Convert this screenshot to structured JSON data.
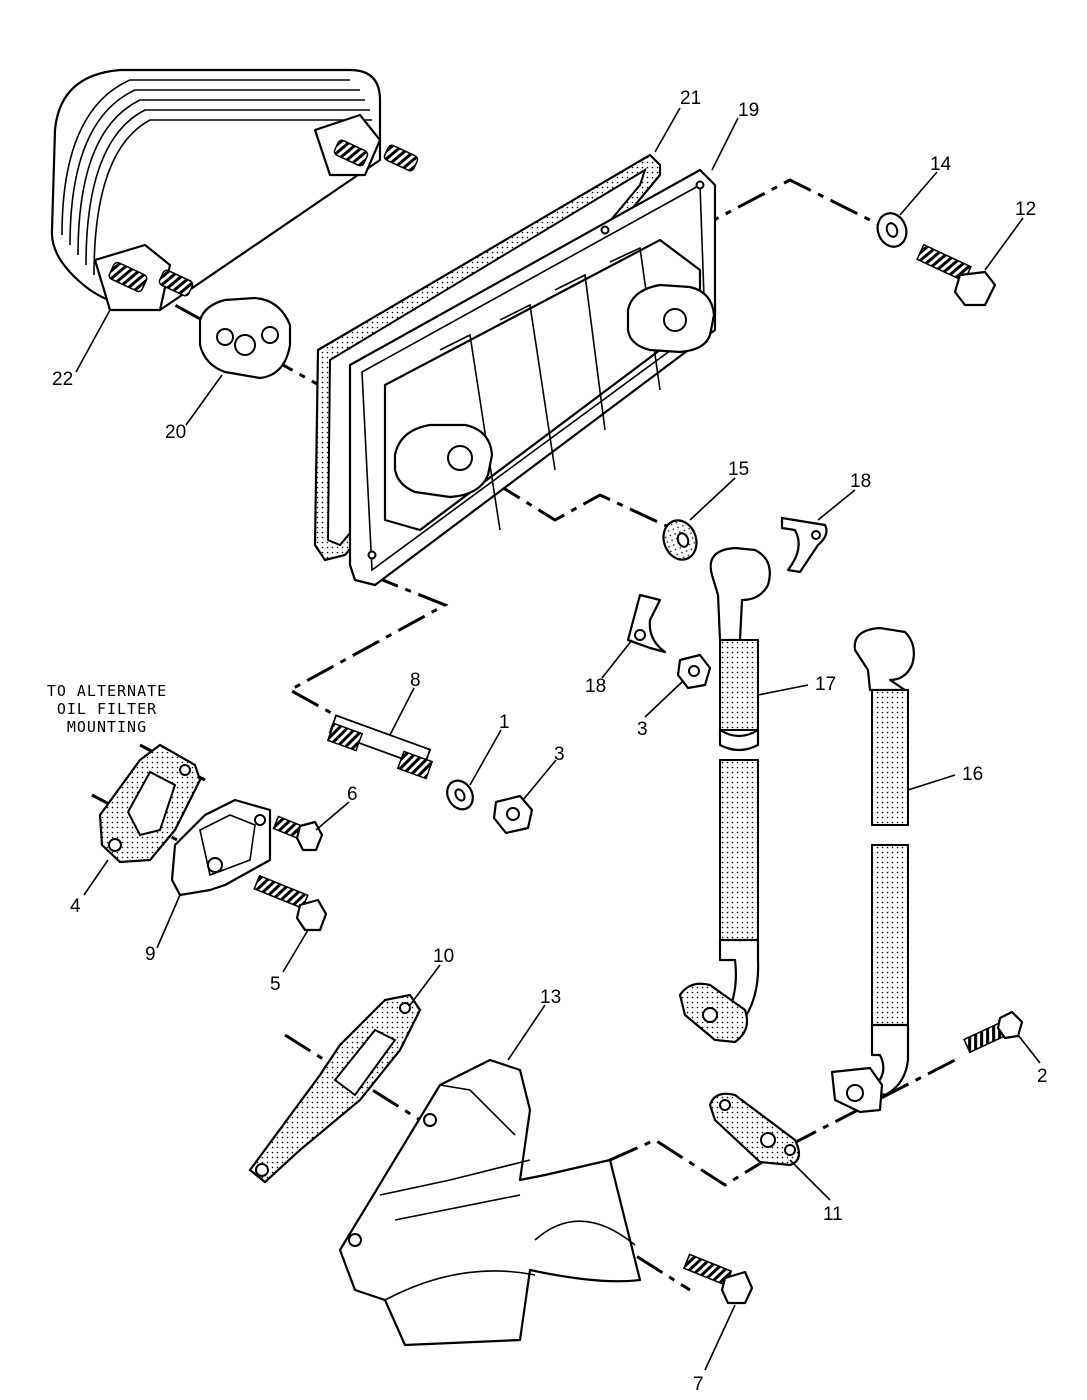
{
  "note": [
    "TO ALTERNATE",
    "OIL FILTER",
    "MOUNTING"
  ],
  "callouts": {
    "c1": "1",
    "c2": "2",
    "c3a": "3",
    "c3b": "3",
    "c4": "4",
    "c5": "5",
    "c6": "6",
    "c7": "7",
    "c8": "8",
    "c9": "9",
    "c10": "10",
    "c11": "11",
    "c12": "12",
    "c13": "13",
    "c14": "14",
    "c15": "15",
    "c16": "16",
    "c17": "17",
    "c18a": "18",
    "c18b": "18",
    "c19": "19",
    "c20": "20",
    "c21": "21",
    "c22": "22"
  }
}
